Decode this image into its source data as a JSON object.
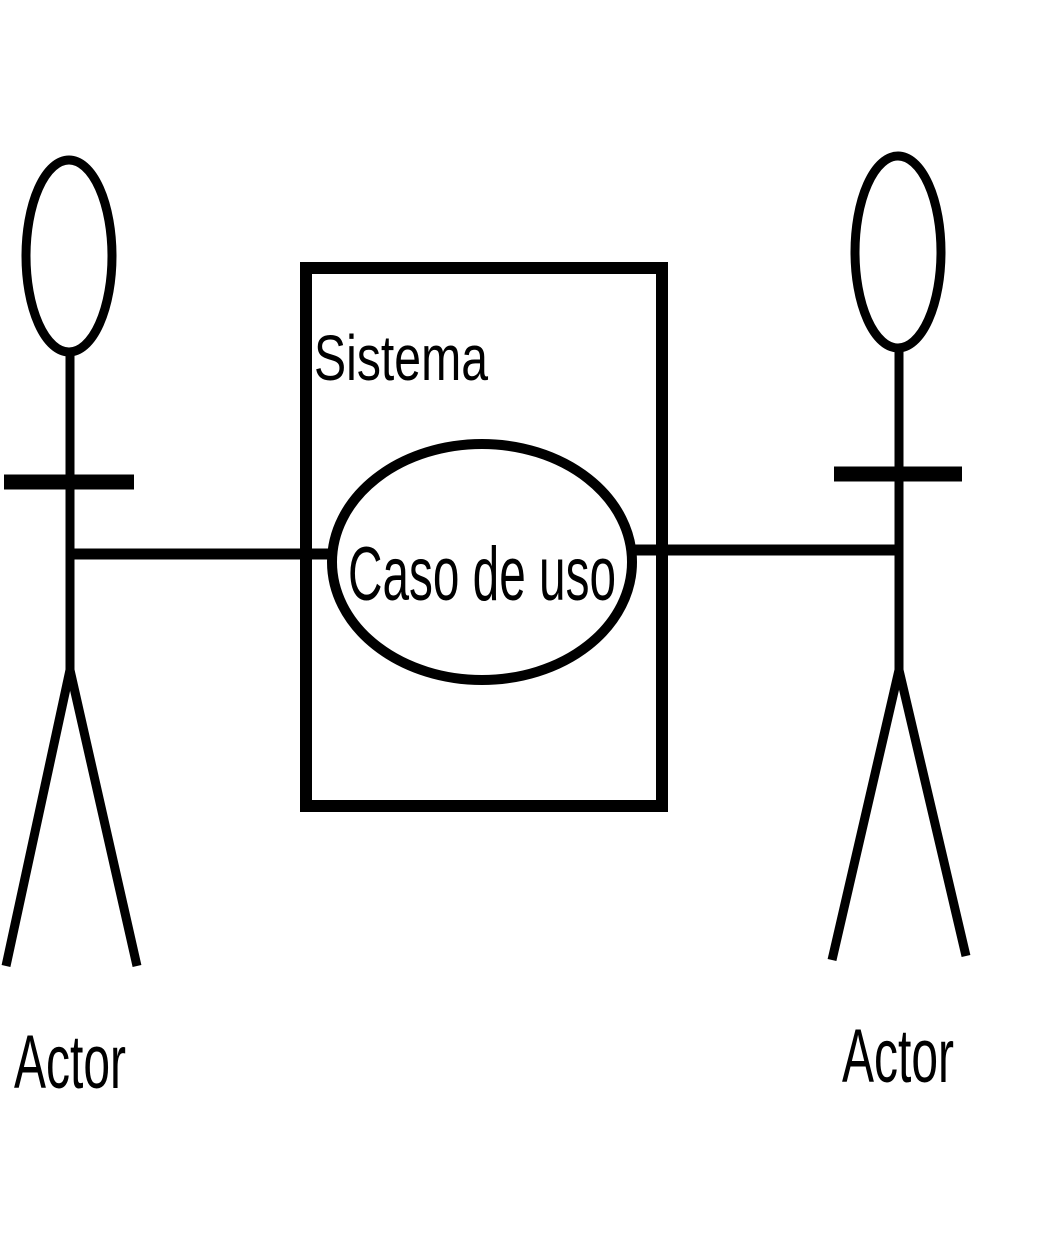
{
  "diagram": {
    "system": {
      "label": "Sistema"
    },
    "use_case": {
      "label": "Caso de uso"
    },
    "actors": [
      {
        "label": "Actor"
      },
      {
        "label": "Actor"
      }
    ],
    "colors": {
      "stroke": "#000000",
      "background": "#ffffff"
    }
  }
}
